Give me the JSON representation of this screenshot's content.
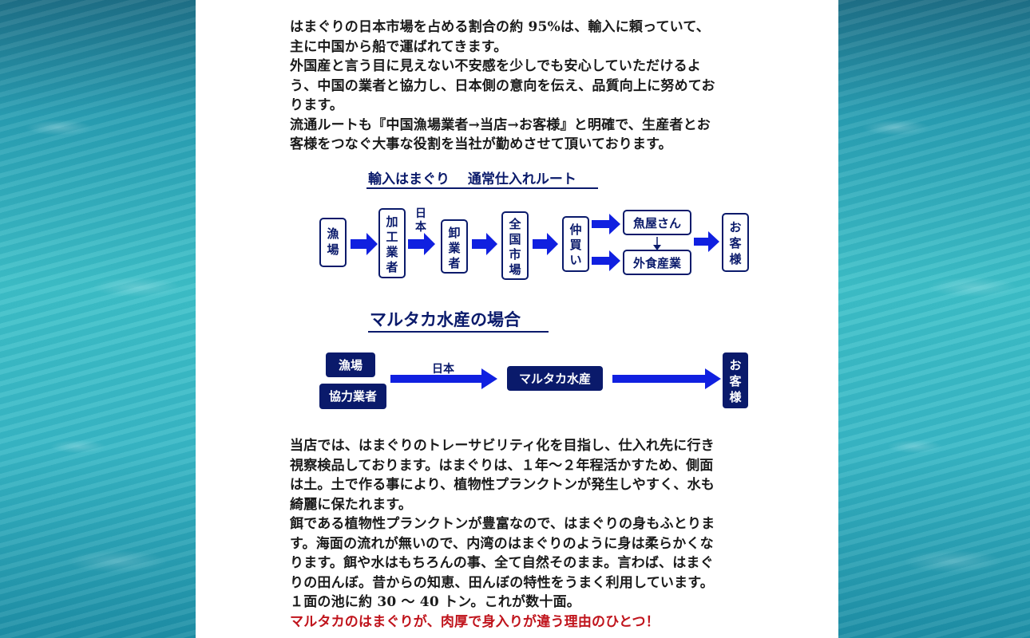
{
  "intro": {
    "line1": "はまぐりの日本市場を占める割合の約 95%は、輸入に頼っていて、",
    "line2": "主に中国から船で運ばれてきます。",
    "line3": "外国産と言う目に見えない不安感を少しでも安心していただけるよ",
    "line4": "う、中国の業者と協力し、日本側の意向を伝え、品質向上に努めてお",
    "line5": "ります。",
    "line6": "流通ルートも『中国漁場業者→当店→お客様』と明確で、生産者とお",
    "line7": "客様をつなぐ大事な役割を当社が勤めさせて頂いております。"
  },
  "route_normal": {
    "title": "輸入はまぐり　 通常仕入れルート",
    "fishery": "漁場",
    "processor": "加工業者",
    "japan": "日本",
    "wholesaler": "卸業者",
    "market": "全国市場",
    "broker": "仲買い",
    "fishmonger": "魚屋さん",
    "food_service": "外食産業",
    "customer": "お客様"
  },
  "route_marutaka": {
    "title": "マルタカ水産の場合",
    "fishery": "漁場",
    "partner": "協力業者",
    "japan": "日本",
    "company": "マルタカ水産",
    "customer": "お客様"
  },
  "body": {
    "line1": "当店では、はまぐりのトレーサビリティ化を目指し、仕入れ先に行き",
    "line2": "視察検品しております。はまぐりは、１年～２年程活かすため、側面",
    "line3": "は土。土で作る事により、植物性プランクトンが発生しやすく、水も",
    "line4": "綺麗に保たれます。",
    "line5": "餌である植物性プランクトンが豊富なので、はまぐりの身もふとりま",
    "line6": "す。海面の流れが無いので、内湾のはまぐりのように身は柔らかくな",
    "line7": "ります。餌や水はもちろんの事、全て自然そのまま。言わば、はまぐ",
    "line8": "りの田んぼ。昔からの知恵、田んぼの特性をうまく利用しています。",
    "line9": "１面の池に約 30 ～ 40 トン。これが数十面。",
    "highlight": "マルタカのはまぐりが、肉厚で身入りが違う理由のひとつ！"
  },
  "colors": {
    "navy": "#0a1a6b",
    "arrow_blue": "#1020e0",
    "red": "#c0141c"
  }
}
